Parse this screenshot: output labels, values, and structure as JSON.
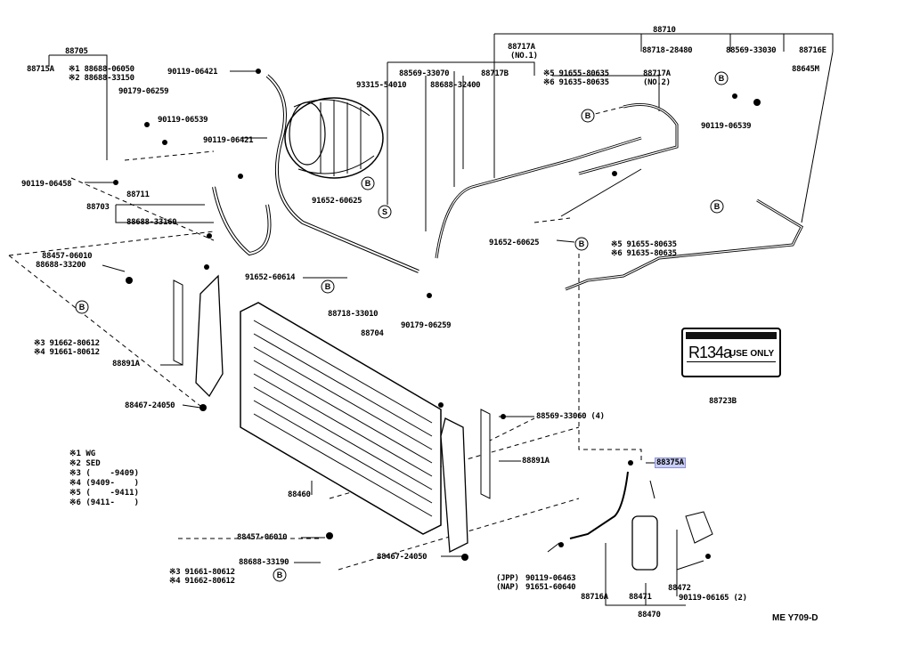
{
  "labels": {
    "l88710": "88710",
    "l88705": "88705",
    "l88715A": "88715A",
    "l88688_06050": "※1 88688-06050",
    "l88688_33150": "※2 88688-33150",
    "l90119_06421a": "90119-06421",
    "l90179_06259": "90179-06259",
    "l90119_06539a": "90119-06539",
    "l90119_06421b": "90119-06421",
    "l90119_06458": "90119-06458",
    "l88711": "88711",
    "l88703": "88703",
    "l88688_33160": "88688-33160",
    "l88457_06010": "88457-06010",
    "l88688_33200": "88688-33200",
    "l91662_80612a": "※3 91662-80612",
    "l91661_80612a": "※4 91661-80612",
    "l88891A_a": "88891A",
    "l88467_24050a": "88467-24050",
    "l88717A_no1": "88717A",
    "l88717A_no1_sub": "(NO.1)",
    "l88569_33070": "88569-33070",
    "l88717B": "88717B",
    "l93315_54010": "93315-54010",
    "l88688_32400": "88688-32400",
    "l91655_80635a": "※5 91655-80635",
    "l91635_80635a": "※6 91635-80635",
    "l88717A_no2": "88717A",
    "l88717A_no2_sub": "(NO.2)",
    "l88718_28480": "88718-28480",
    "l88569_33030": "88569-33030",
    "l88716E": "88716E",
    "l88645M": "88645M",
    "l90119_06539b": "90119-06539",
    "l91652_60625a": "91652-60625",
    "l91652_60625b": "91652-60625",
    "l91655_80635b": "※5 91655-80635",
    "l91635_80635b": "※6 91635-80635",
    "l91652_60614": "91652-60614",
    "l88718_33010": "88718-33010",
    "l88704": "88704",
    "l90179_06259b": "90179-06259",
    "l88723B": "88723B",
    "l88569_33060": "88569-33060 (4)",
    "l88891A_b": "88891A",
    "l88375A": "88375A",
    "l88460": "88460",
    "l88457_06010b": "88457-06010",
    "l88688_33190": "88688-33190",
    "l91661_80612b": "※3 91661-80612",
    "l91662_80612b": "※4 91662-80612",
    "l88467_24050b": "88467-24050",
    "l90119_06463": "90119-06463",
    "l91651_60640": "91651-60640",
    "l88716A": "88716A",
    "l88471": "88471",
    "l88472": "88472",
    "l90119_06165": "90119-06165 (2)",
    "l88470": "88470",
    "ljpp": "(JPP)",
    "lnap": "(NAP)"
  },
  "badges": [
    "B",
    "S",
    "B",
    "B",
    "B",
    "B",
    "B",
    "B",
    "B",
    "B"
  ],
  "legend": [
    "※1 WG",
    "※2 SED",
    "※3 (    -9409)",
    "※4 (9409-    )",
    "※5 (    -9411)",
    "※6 (9411-    )"
  ],
  "refrigerant_label": {
    "big": "R134a",
    "use": "USE ONLY"
  },
  "footer": "ME  Y709-D",
  "highlight_color": "#c9cdf2"
}
